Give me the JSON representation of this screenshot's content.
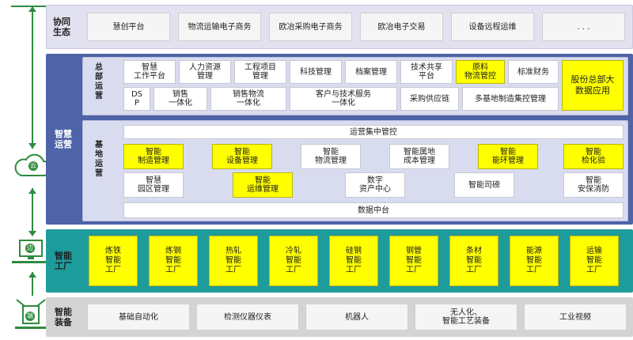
{
  "layers": {
    "collab": {
      "label": "协同\n生态",
      "items": [
        "慧创平台",
        "物流运输电子商务",
        "欧冶采购电子商务",
        "欧冶电子交易",
        "设备远程运维",
        ". . ."
      ]
    },
    "smart_ops": {
      "label": "智慧\n运营",
      "hq": {
        "label": "总部运营",
        "row1": [
          {
            "text": "智慧\n工作平台",
            "hl": false
          },
          {
            "text": "人力资源\n管理",
            "hl": false
          },
          {
            "text": "工程项目\n管理",
            "hl": false
          },
          {
            "text": "科技管理",
            "hl": false
          },
          {
            "text": "档案管理",
            "hl": false
          },
          {
            "text": "技术共享\n平台",
            "hl": false
          },
          {
            "text": "原料\n物流管控",
            "hl": true
          },
          {
            "text": "标准财务",
            "hl": false
          }
        ],
        "row2": [
          {
            "text": "DS\nP",
            "hl": false
          },
          {
            "text": "销售\n一体化",
            "hl": false
          },
          {
            "text": "销售物流\n一体化",
            "hl": false
          },
          {
            "text": "客户与技术服务\n一体化",
            "hl": false
          },
          {
            "text": "采购供应链",
            "hl": false
          },
          {
            "text": "多基地制造集控管理",
            "hl": false
          }
        ],
        "big": {
          "text": "股份总部大\n数据应用",
          "hl": true
        }
      },
      "base": {
        "label": "基地运营",
        "top_bar": "运营集中管控",
        "row1": [
          {
            "text": "智能\n制造管理",
            "hl": true
          },
          {
            "text": "智能\n设备管理",
            "hl": true
          },
          {
            "text": "智能\n物流管理",
            "hl": false
          },
          {
            "text": "智能属地\n成本管理",
            "hl": false
          },
          {
            "text": "智能\n能环管理",
            "hl": true
          },
          {
            "text": "智能\n检化验",
            "hl": true
          }
        ],
        "row2": [
          {
            "text": "智慧\n园区管理",
            "hl": false
          },
          {
            "text": "智能\n运维管理",
            "hl": true
          },
          {
            "text": "数字\n资产中心",
            "hl": false
          },
          {
            "text": "智能司磅",
            "hl": false
          },
          {
            "text": "智能\n安保消防",
            "hl": false
          }
        ],
        "bottom_bar": "数据中台"
      }
    },
    "factory": {
      "label": "智能\n工厂",
      "items": [
        "炼铁\n智能\n工厂",
        "炼钢\n智能\n工厂",
        "热轧\n智能\n工厂",
        "冷轧\n智能\n工厂",
        "硅钢\n智能\n工厂",
        "钢管\n智能\n工厂",
        "条材\n智能\n工厂",
        "能源\n智能\n工厂",
        "运输\n智能\n工厂"
      ]
    },
    "equipment": {
      "label": "智能\n装备",
      "items": [
        "基础自动化",
        "检测仪器仪表",
        "机器人",
        "无人化、\n智能工艺装备",
        "工业视频"
      ]
    }
  },
  "icons": {
    "cloud": {
      "name": "cloud-icon",
      "text": "云"
    },
    "edge": {
      "name": "computer-icon",
      "text": "边"
    },
    "end": {
      "name": "device-icon",
      "text": "端"
    }
  },
  "colors": {
    "rail": "#2e8b3e",
    "collab_bg": "#e2e1ef",
    "ops_bg": "#4e63a8",
    "factory_bg": "#1e9c9c",
    "equip_bg": "#d4d4d4",
    "highlight": "#ffff00"
  }
}
